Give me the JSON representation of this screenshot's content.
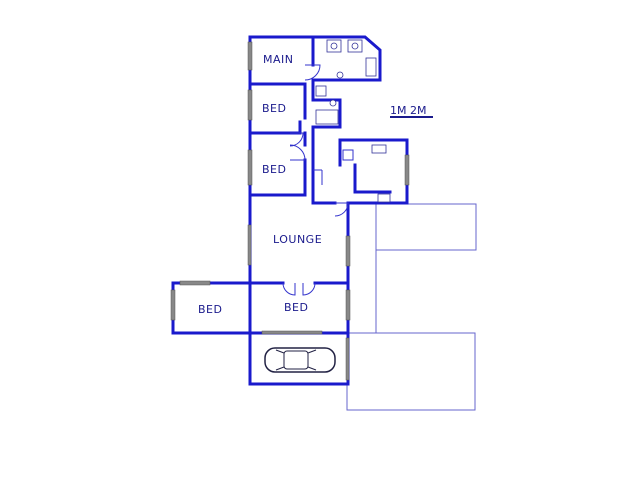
{
  "rooms": {
    "main": "MAIN",
    "bed1": "BED",
    "bed2": "BED",
    "lounge": "LOUNGE",
    "bed3": "BED",
    "bed4": "BED"
  },
  "scale": {
    "label": "1M 2M"
  },
  "colors": {
    "wall": "#1a1acc",
    "label": "#1a1a8c",
    "window": "#888888",
    "outline": "#6666cc"
  }
}
